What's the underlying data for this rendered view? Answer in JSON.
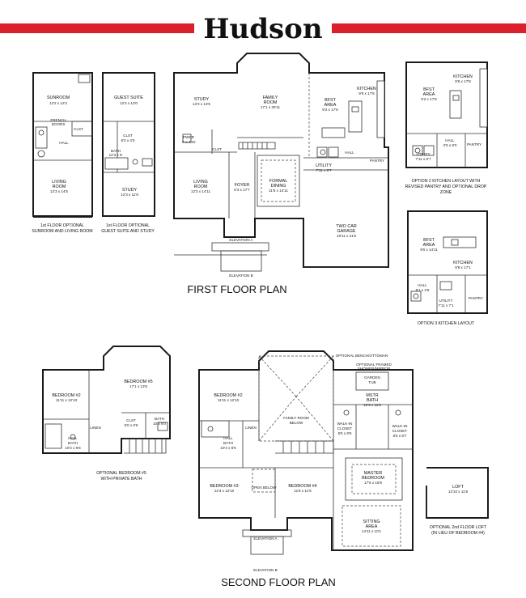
{
  "title": "Hudson",
  "brand_color": "#d9202c",
  "headings": {
    "first_floor": "FIRST FLOOR PLAN",
    "second_floor": "SECOND FLOOR PLAN"
  },
  "captions": {
    "sunroom_opt": [
      "1st FLOOR OPTIONAL",
      "SUNROOM AND LIVING ROOM"
    ],
    "guest_opt": [
      "1st FLOOR OPTIONAL",
      "GUEST SUITE AND STUDY"
    ],
    "kitchen_opt2": [
      "OPTION 2 KITCHEN LAYOUT WITH",
      "REVISED PANTRY AND OPTIONAL DROP",
      "ZONE"
    ],
    "kitchen_opt3": [
      "OPTION 3 KITCHEN LAYOUT"
    ],
    "bedroom5_opt": [
      "OPTIONAL BEDROOM #5",
      "WITH PRIVATE BATH"
    ],
    "loft_opt": [
      "OPTIONAL 2nd FLOOR LOFT",
      "(IN LIEU OF BEDROOM #4)"
    ]
  },
  "elevations": {
    "a": "ELEVATION A",
    "b": "ELEVATION B"
  },
  "rooms": {
    "sunroom": {
      "name": "SUNROOM",
      "dim": "12'2 x 12'2"
    },
    "french_doors": {
      "name": "FRENCH",
      "name2": "DOORS"
    },
    "clst": {
      "name": "CLST"
    },
    "hall": {
      "name": "HALL"
    },
    "opt_living": {
      "name": "LIVING",
      "name2": "ROOM",
      "dim": "12'3 x 14'5"
    },
    "guest_suite": {
      "name": "GUEST SUITE",
      "dim": "12'3 x 13'0"
    },
    "guest_clst": {
      "name": "CLST",
      "dim": "5'0 x 4'0"
    },
    "guest_bath": {
      "name": "BATH",
      "dim": "12'3 x 6'"
    },
    "opt_study": {
      "name": "STUDY",
      "dim": "12'3 x 11'9"
    },
    "study": {
      "name": "STUDY",
      "dim": "12'3 x 13'5"
    },
    "family": {
      "name": "FAMILY",
      "name2": "ROOM",
      "dim": "17'1 x 20'11"
    },
    "kitchen": {
      "name": "KITCHEN",
      "dim": "9'6 x 17'8"
    },
    "bfst": {
      "name": "BFST",
      "name2": "AREA",
      "dim": "9'2 x 17'8"
    },
    "pwdr": {
      "name": "PWDR",
      "dim": "7' x 4'10"
    },
    "living": {
      "name": "LIVING",
      "name2": "ROOM",
      "dim": "12'3 x 14'11"
    },
    "foyer": {
      "name": "FOYER",
      "dim": "6'4 x 17'7"
    },
    "dining": {
      "name": "FORMAL",
      "name2": "DINING",
      "dim": "11'6 x 14'11"
    },
    "utility": {
      "name": "UTILITY",
      "dim": "7'11 x 6'7"
    },
    "pantry": {
      "name": "PANTRY"
    },
    "garage": {
      "name": "TWO CAR",
      "name2": "GARAGE",
      "dim": "19'11 x 21'6"
    },
    "k2_kitchen": {
      "name": "KITCHEN",
      "dim": "9'6 x 17'8"
    },
    "k2_bfst": {
      "name": "BFST",
      "name2": "AREA",
      "dim": "9'2 x 17'8"
    },
    "k2_hall": {
      "name": "HALL",
      "dim": "2'8 x 8'0"
    },
    "k2_utility": {
      "name": "UTILITY",
      "dim": "7'11 x 6'7"
    },
    "k2_pantry": {
      "name": "PANTRY"
    },
    "k3_bfst": {
      "name": "BFST",
      "name2": "AREA",
      "dim": "9'0 x 14'11"
    },
    "k3_kitchen": {
      "name": "KITCHEN",
      "dim": "9'8 x 17'1"
    },
    "k3_hall": {
      "name": "HALL",
      "dim": "8'1 x 3'6"
    },
    "k3_utility": {
      "name": "UTILITY",
      "dim": "7'11 x 7'1"
    },
    "k3_pantry": {
      "name": "PANTRY"
    },
    "ob_bed2": {
      "name": "BEDROOM #2",
      "dim": "11'11 x 12'10"
    },
    "ob_bed5": {
      "name": "BEDROOM #5",
      "dim": "17'1 x 13'8"
    },
    "ob_clst": {
      "name": "CLST",
      "dim": "5'0 x 6'6"
    },
    "ob_bath": {
      "name": "BATH",
      "dim": "10 x 6'0"
    },
    "ob_hall_bath": {
      "name": "HALL",
      "name2": "BATH",
      "dim": "10'4 x 5'6"
    },
    "ob_linen": {
      "name": "LINEN"
    },
    "bed2": {
      "name": "BEDROOM #2",
      "dim": "11'11 x 12'10"
    },
    "family_below": {
      "name": "FAMILY ROOM",
      "name2": "BELOW"
    },
    "garden_tub": {
      "name": "GARDEN",
      "name2": "TUB"
    },
    "mstr_bath": {
      "name": "MSTR",
      "name2": "BATH",
      "dim": "12'9 x 11'5"
    },
    "walkin_l": {
      "name": "WALK-IN",
      "name2": "CLOSET",
      "dim": "6'5 x 8'6"
    },
    "walkin_r": {
      "name": "WALK-IN",
      "name2": "CLOSET",
      "dim": "6'5 x 8'7"
    },
    "hall_bath": {
      "name": "HALL",
      "name2": "BATH",
      "dim": "10'4 x 5'6"
    },
    "linen": {
      "name": "LINEN"
    },
    "bed3": {
      "name": "BEDROOM #3",
      "dim": "12'3 x 12'10"
    },
    "open_below": {
      "name": "OPEN BELOW"
    },
    "bed4": {
      "name": "BEDROOM #4",
      "dim": "11'6 x 11'9"
    },
    "master": {
      "name": "MASTER",
      "name2": "BEDROOM",
      "dim": "17'6 x 15'9"
    },
    "sitting": {
      "name": "SITTING",
      "name2": "AREA",
      "dim": "14'11 x 10'1"
    },
    "loft": {
      "name": "LOFT",
      "dim": "12'10 x 11'9"
    },
    "opt_bench": {
      "name": "OPTIONAL BENCH/OTTOMAN"
    },
    "opt_mirror": {
      "name": "OPTIONAL FRAMED",
      "name2": "SHOWER/MIRROR"
    }
  }
}
